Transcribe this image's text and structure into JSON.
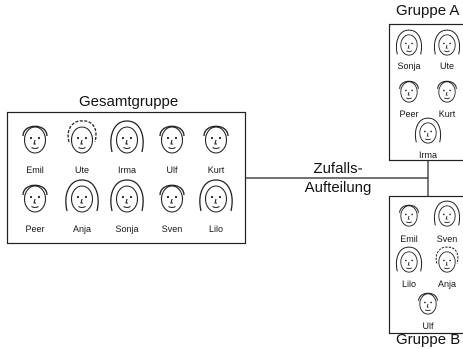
{
  "diagram": {
    "total": {
      "title": "Gesamtgruppe",
      "members": [
        "Emil",
        "Ute",
        "Irma",
        "Ulf",
        "Kurt",
        "Peer",
        "Anja",
        "Sonja",
        "Sven",
        "Lilo"
      ]
    },
    "process": {
      "line1": "Zufalls-",
      "line2": "Aufteilung"
    },
    "group_a": {
      "title": "Gruppe A",
      "members": [
        "Sonja",
        "Ute",
        "Peer",
        "Kurt",
        "Irma"
      ]
    },
    "group_b": {
      "title": "Gruppe B",
      "members": [
        "Emil",
        "Sven",
        "Lilo",
        "Anja",
        "Ulf"
      ]
    }
  }
}
